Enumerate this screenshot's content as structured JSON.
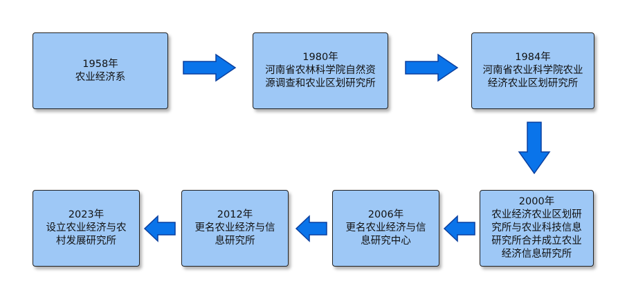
{
  "colors": {
    "box_fill": "#9ec8f6",
    "box_border": "#1f1f1f",
    "arrow_fill": "#0a74ea",
    "arrow_stroke": "#0a3f9e"
  },
  "nodes": [
    {
      "year": "1958年",
      "lines": [
        "农业经济系"
      ]
    },
    {
      "year": "1980年",
      "lines": [
        "河南省农林科学院自然资",
        "源调查和农业区划研究所"
      ]
    },
    {
      "year": "1984年",
      "lines": [
        "河南省农业科学院农业",
        "经济农业区划研究所"
      ]
    },
    {
      "year": "2000年",
      "lines": [
        "农业经济农业区划研",
        "究所与农业科技信息",
        "研究所合并成立农业",
        "经济信息研究所"
      ]
    },
    {
      "year": "2006年",
      "lines": [
        "更名农业经济与信",
        "息研究中心"
      ]
    },
    {
      "year": "2012年",
      "lines": [
        "更名农业经济与信",
        "息研究所"
      ]
    },
    {
      "year": "2023年",
      "lines": [
        "设立农业经济与农",
        "村发展研究所"
      ]
    }
  ]
}
